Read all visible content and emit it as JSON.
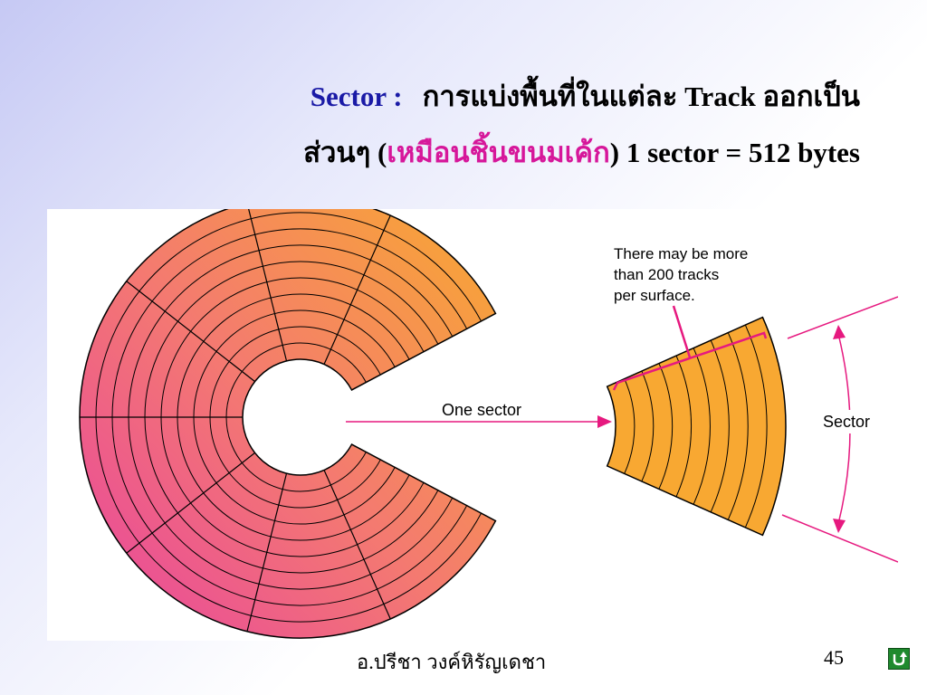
{
  "title": {
    "label": "Sector :",
    "line1_text": "การแบ่งพื้นที่ในแต่ละ Track ออกเป็น",
    "line2_prefix": "ส่วนๆ (",
    "line2_highlight": "เหมือนชิ้นขนมเค้ก",
    "line2_suffix": ") 1 sector = 512 bytes"
  },
  "diagram": {
    "tracks_note": [
      "There may be more",
      "than 200 tracks",
      "per surface."
    ],
    "one_sector_label": "One sector",
    "sector_label": "Sector",
    "colors": {
      "gradient_start": "#e8449f",
      "gradient_mid": "#f47a70",
      "gradient_end": "#f8a832",
      "line": "#000000",
      "arrow": "#e6197f"
    }
  },
  "footer": {
    "author": "อ.ปรีชา วงค์หิรัญเดชา",
    "page_number": "45",
    "nav_icon": "return-arrow-icon"
  }
}
